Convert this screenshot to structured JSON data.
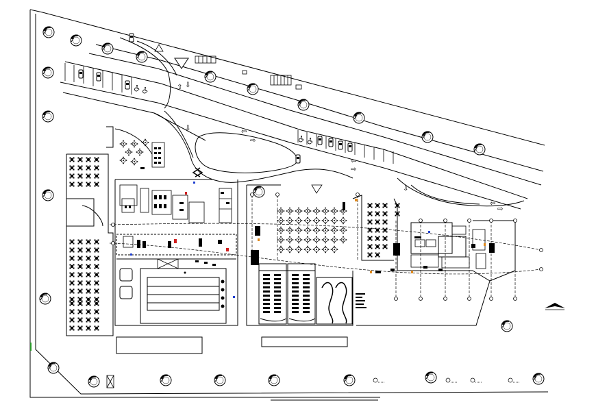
{
  "drawing": {
    "title": "",
    "line_color": "#000000",
    "background": "#ffffff",
    "accent_colors": {
      "blue_marks": "#1f3fd0",
      "red_marks": "#d02020",
      "orange_marks": "#e08a1e",
      "green_mark": "#2a9a2a"
    },
    "traffic_signs": {
      "left_arrow": "⇦",
      "right_arrow": "⇨",
      "up_arrow": "⇧",
      "down_arrow": "⇩"
    },
    "symbols": [
      "tree",
      "parking-car",
      "accessible-parking",
      "dining-table",
      "bus",
      "staircase",
      "swimming-lanes",
      "theatre-seating",
      "north-arrow"
    ]
  }
}
